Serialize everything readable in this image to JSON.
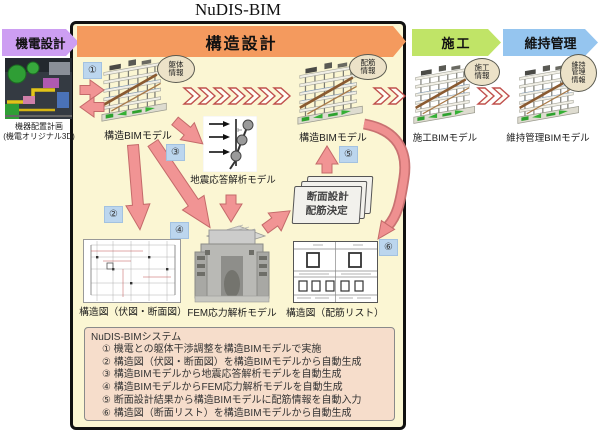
{
  "title": "NuDIS-BIM",
  "phase_bar": {
    "kiden": "機電設計",
    "kouzou": "構造設計",
    "sekou": "施工",
    "iji": "維持管理"
  },
  "items": {
    "plant_label_1": "機器配置計画",
    "plant_label_2": "(機電オリジナル3D)",
    "bim_model_left": "構造BIMモデル",
    "bim_model_right": "構造BIMモデル",
    "seismic_label": "地震応答解析モデル",
    "plan_label": "構造図（伏図・断面図）",
    "fem_label": "FEM応力解析モデル",
    "rebar_label": "構造図（配筋リスト）",
    "sheet_line1": "断面設計",
    "sheet_line2": "配筋決定",
    "sekou_bim_label": "施工BIMモデル",
    "iji_bim_label": "維持管理BIMモデル"
  },
  "ovals": {
    "kutai": "躯体\n情報",
    "haikin": "配筋\n情報",
    "sekou": "施工\n情報",
    "iji": "維持\n管理\n情報"
  },
  "steps": [
    "①",
    "②",
    "③",
    "④",
    "⑤",
    "⑥"
  ],
  "legend": {
    "title": "NuDIS-BIMシステム",
    "items": [
      "① 機電との躯体干渉調整を構造BIMモデルで実施",
      "② 構造図（伏図・断面図）を構造BIMモデルから自動生成",
      "③ 構造BIMモデルから地震応答解析モデルを自動生成",
      "④ 構造BIMモデルからFEM応力解析モデルを自動生成",
      "⑤ 断面設計結果から構造BIMモデルに配筋情報を自動入力",
      "⑥ 構造図（断面リスト）を構造BIMモデルから自動生成"
    ]
  },
  "colors": {
    "kiden_arrow": "#CD9EF2",
    "kouzou_arrow": "#F49A5E",
    "sekou_arrow": "#C0E467",
    "iji_arrow": "#95C5EF",
    "panel_bg": "#FBF6D3",
    "legend_bg": "#F6DDCB",
    "flow_arrow": "#F19494",
    "chevron_outline": "#C0504D",
    "step_badge_bg": "#BCD6EE",
    "oval_bg": "#ECE2C8"
  }
}
